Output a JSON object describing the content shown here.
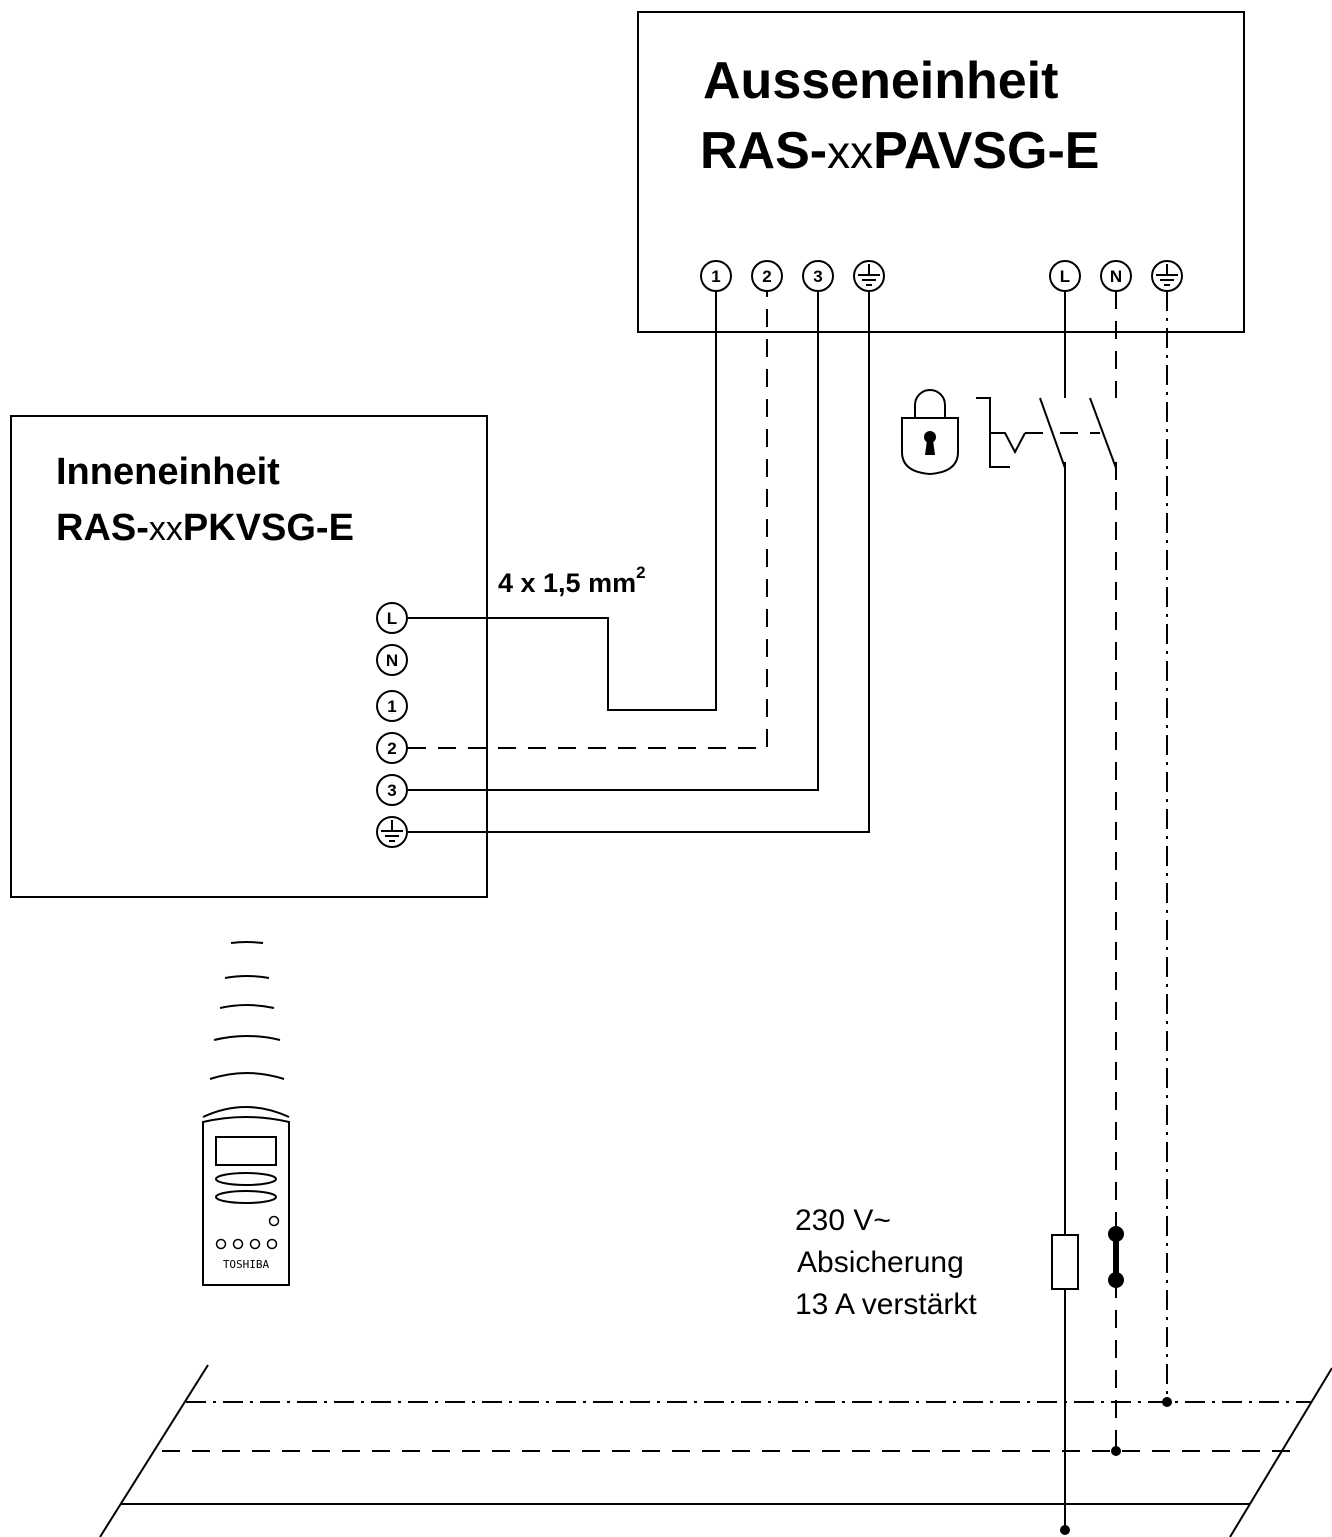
{
  "outdoor_unit": {
    "title": "Ausseneinheit",
    "model_prefix": "RAS-",
    "model_mid": "xx",
    "model_suffix": "PAVSG-E",
    "terminals": [
      "1",
      "2",
      "3",
      "L",
      "N"
    ]
  },
  "indoor_unit": {
    "title": "Inneneinheit",
    "model_prefix": "RAS-",
    "model_mid": "xx",
    "model_suffix": "PKVSG-E",
    "terminals": [
      "L",
      "N",
      "1",
      "2",
      "3"
    ]
  },
  "cable": {
    "spec": "4 x 1,5 mm",
    "superscript": "2"
  },
  "supply": {
    "voltage": "230 V~",
    "fuse": "Absicherung",
    "rating": "13 A verstärkt"
  },
  "remote": {
    "brand": "TOSHIBA"
  },
  "icons": [
    "padlock-icon",
    "earth-ground-icon",
    "switch-icon",
    "fuse-icon",
    "remote-control-icon"
  ]
}
